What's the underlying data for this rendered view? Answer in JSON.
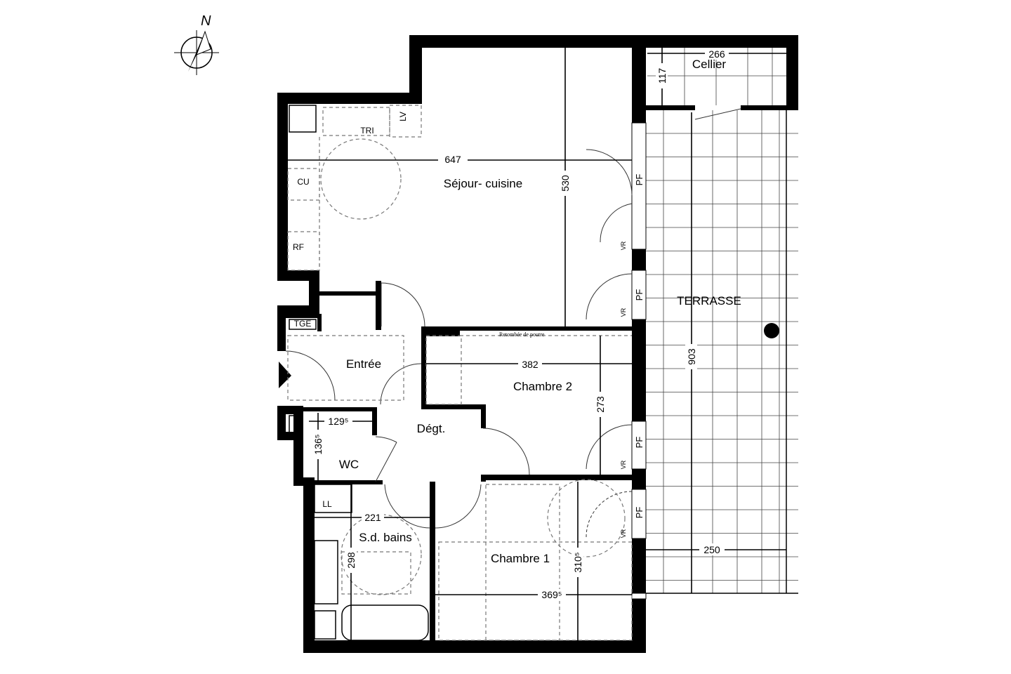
{
  "compass": {
    "label": "N"
  },
  "rooms": {
    "sejour": "Séjour- cuisine",
    "entree": "Entrée",
    "degt": "Dégt.",
    "wc": "WC",
    "sdb": "S.d. bains",
    "chambre1": "Chambre 1",
    "chambre2": "Chambre 2",
    "terrasse": "TERRASSE",
    "cellier": "Cellier"
  },
  "fixtures": {
    "lv": "LV",
    "tri": "TRI",
    "cu": "CU",
    "rf": "RF",
    "tge": "TGE",
    "ll": "LL",
    "pf": "PF",
    "vr": "VR",
    "beam_note": "Retombée de poutre"
  },
  "dimensions": {
    "sejour_width": "647",
    "sejour_depth": "530",
    "chambre2_width": "382",
    "chambre2_depth": "273",
    "terrasse_length": "903",
    "terrasse_width": "250",
    "cellier_width": "266",
    "cellier_depth": "117",
    "wc_width": "129⁵",
    "wc_depth": "136⁵",
    "sdb_width": "221",
    "sdb_depth": "298",
    "chambre1_width": "369⁵",
    "chambre1_depth": "310⁵"
  }
}
